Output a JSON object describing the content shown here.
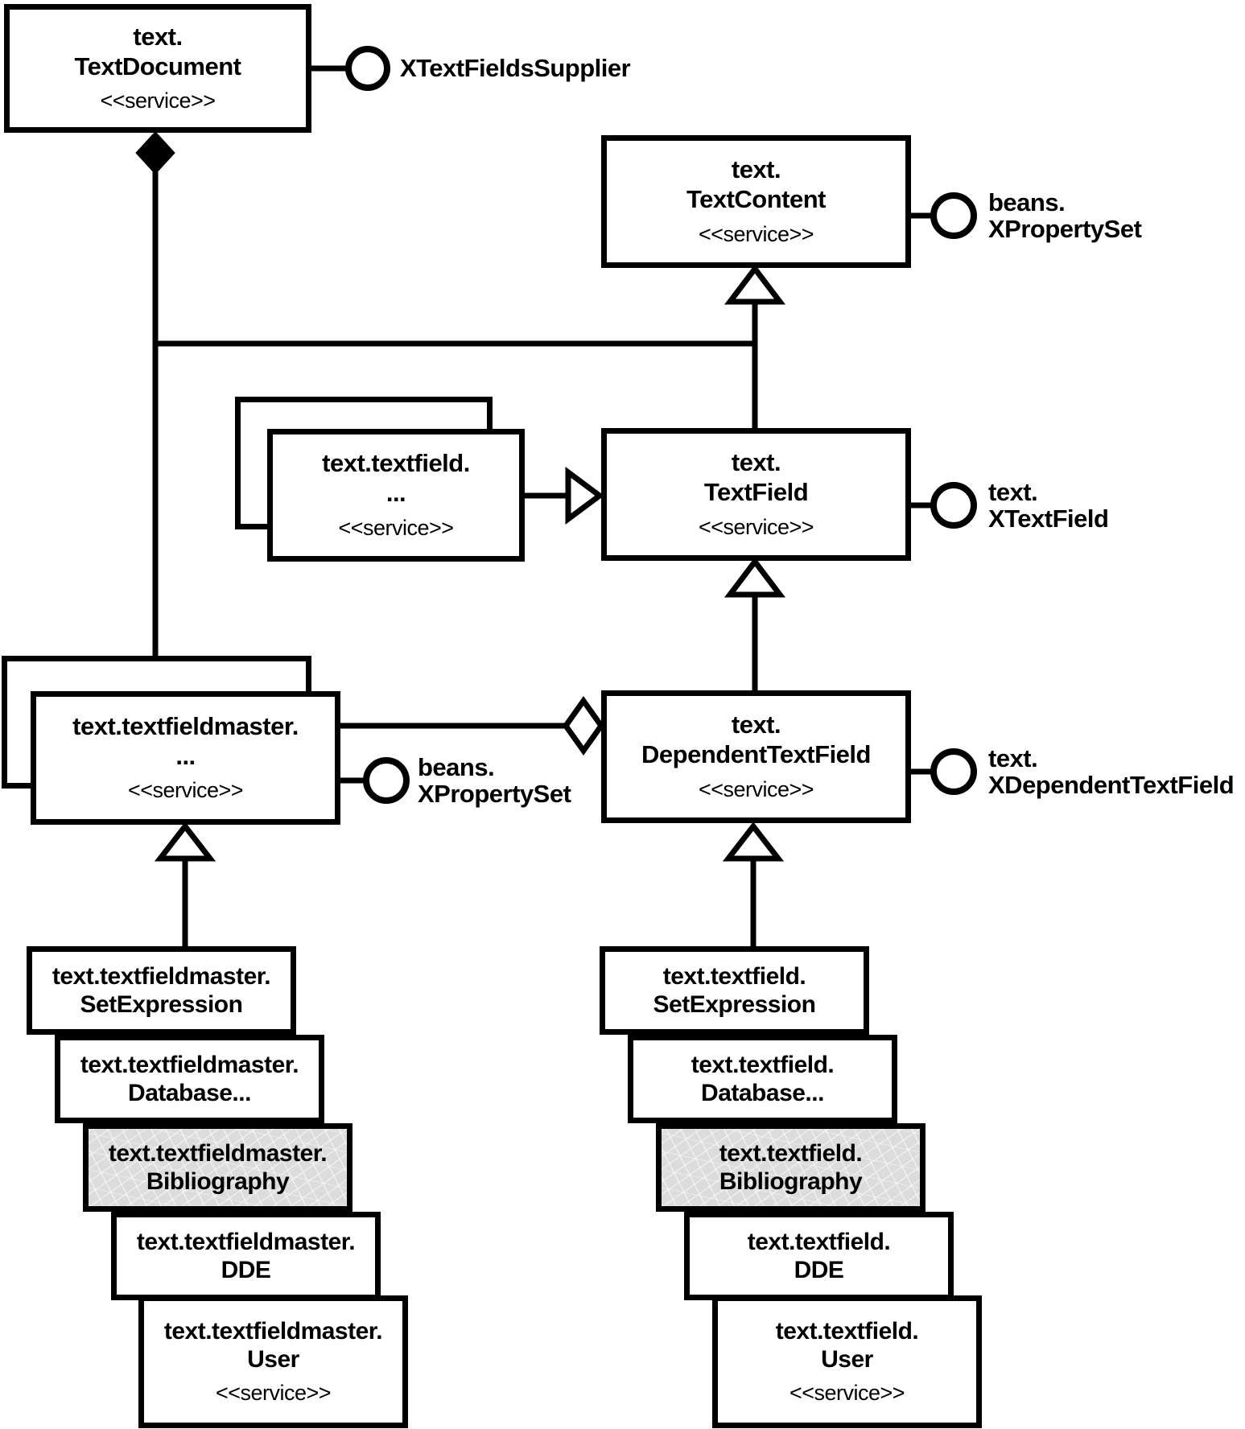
{
  "colors": {
    "line": "#000000",
    "background": "#ffffff",
    "shaded_box": "#dcdcdc"
  },
  "boxes": {
    "text_document": {
      "line1": "text.",
      "line2": "TextDocument",
      "stereotype": "<<service>>"
    },
    "text_content": {
      "line1": "text.",
      "line2": "TextContent",
      "stereotype": "<<service>>"
    },
    "textfield_group": {
      "line1": "text.textfield.",
      "line2": "...",
      "stereotype": "<<service>>"
    },
    "text_field": {
      "line1": "text.",
      "line2": "TextField",
      "stereotype": "<<service>>"
    },
    "textfieldmaster_group": {
      "line1": "text.textfieldmaster.",
      "line2": "...",
      "stereotype": "<<service>>"
    },
    "dependent_text_field": {
      "line1": "text.",
      "line2": "DependentTextField",
      "stereotype": "<<service>>"
    }
  },
  "interfaces": {
    "x_text_fields_supplier": {
      "label": "XTextFieldsSupplier"
    },
    "beans_x_property_set_content": {
      "line1": "beans.",
      "line2": "XPropertySet"
    },
    "text_x_text_field": {
      "line1": "text.",
      "line2": "XTextField"
    },
    "beans_x_property_set_master": {
      "line1": "beans.",
      "line2": "XPropertySet"
    },
    "text_x_dependent_text_field": {
      "line1": "text.",
      "line2": "XDependentTextField"
    }
  },
  "stacks": {
    "master": [
      {
        "line1": "text.textfieldmaster.",
        "line2": "SetExpression"
      },
      {
        "line1": "text.textfieldmaster.",
        "line2": "Database..."
      },
      {
        "line1": "text.textfieldmaster.",
        "line2": "Bibliography"
      },
      {
        "line1": "text.textfieldmaster.",
        "line2": "DDE"
      },
      {
        "line1": "text.textfieldmaster.",
        "line2": "User",
        "stereotype": "<<service>>"
      }
    ],
    "field": [
      {
        "line1": "text.textfield.",
        "line2": "SetExpression"
      },
      {
        "line1": "text.textfield.",
        "line2": "Database..."
      },
      {
        "line1": "text.textfield.",
        "line2": "Bibliography"
      },
      {
        "line1": "text.textfield.",
        "line2": "DDE"
      },
      {
        "line1": "text.textfield.",
        "line2": "User",
        "stereotype": "<<service>>"
      }
    ]
  }
}
